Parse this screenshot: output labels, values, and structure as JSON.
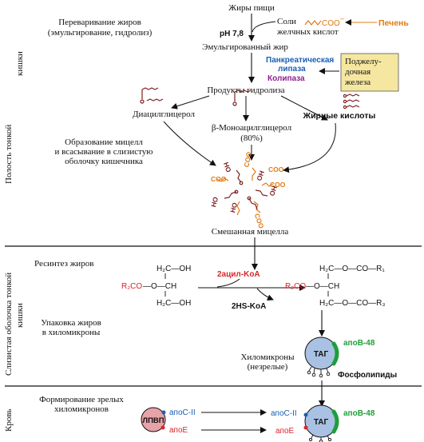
{
  "regions": {
    "intestine_line1": "Полость тонкой",
    "intestine_line2": "кишки",
    "mucosa_line1": "Слизистая оболочка тонкой",
    "mucosa_line2": "кишки",
    "blood": "Кровь"
  },
  "left_notes": {
    "digestion_l1": "Переваривание жиров",
    "digestion_l2": "(эмульгирование, гидролиз)",
    "micelle_l1": "Образование мицелл",
    "micelle_l2": "и всасывание в слизистую",
    "micelle_l3": "оболочку кишечника",
    "resynthesis": "Ресинтез жиров",
    "packing_l1": "Упаковка жиров",
    "packing_l2": "в хиломикроны",
    "forming_l1": "Формирование зрелых",
    "forming_l2": "хиломикронов"
  },
  "flow": {
    "food_fats": "Жиры пищи",
    "bile_salts_l1": "Соли",
    "bile_salts_l2": "желчных кислот",
    "coo": "COO",
    "coo_charge": "–",
    "liver": "Печень",
    "ph": "pH 7,8",
    "emulsified": "Эмульгированный жир",
    "pancreatic_l1": "Панкреатическая",
    "pancreatic_l2": "липаза",
    "colipase": "Колипаза",
    "pancreas_l1": "Поджелу-",
    "pancreas_l2": "дочная",
    "pancreas_l3": "железа",
    "hydrolysis": "Продукты гидролиза",
    "diacylglycerol": "Диацилглицерол",
    "monoacylglycerol": "β-Моноацилглицерол",
    "mono_percent": "(80%)",
    "fatty_acids": "Жирные кислоты",
    "mixed_micelle": "Смешанная мицелла"
  },
  "chemistry": {
    "h2c_oh": "H₂C—OH",
    "h2c_o": "H₂C—O—CO—R₁",
    "r2co": "R₂CO",
    "o_ch": "—O—CH",
    "o_ch_tag": "—O—CH",
    "h2c_o_r3": "H₂C—O—CO—R₃",
    "acyl_coa": "2ацил-KoA",
    "hs_coa": "2HS-KoA",
    "oh": "OH",
    "ho": "HO",
    "coo_label": "COO"
  },
  "particles": {
    "tag": "ТАГ",
    "apob48": "апоB-48",
    "chylo_l1": "Хиломикроны",
    "chylo_l2": "(незрелые)",
    "phospholipids": "Фосфолипиды",
    "hdl": "ЛПВП",
    "apocii": "апоC-II",
    "apoe": "апоE"
  },
  "colors": {
    "red": "#d7262a",
    "orange": "#e07a12",
    "blue": "#1a5fb4",
    "purple": "#8d1f8f",
    "maroon": "#7d1f1f",
    "pancreas_fill": "#f6e7a0",
    "tag_fill": "#a9c1e2",
    "hdl_fill": "#e8a3a8",
    "green": "#1e9e3a"
  }
}
